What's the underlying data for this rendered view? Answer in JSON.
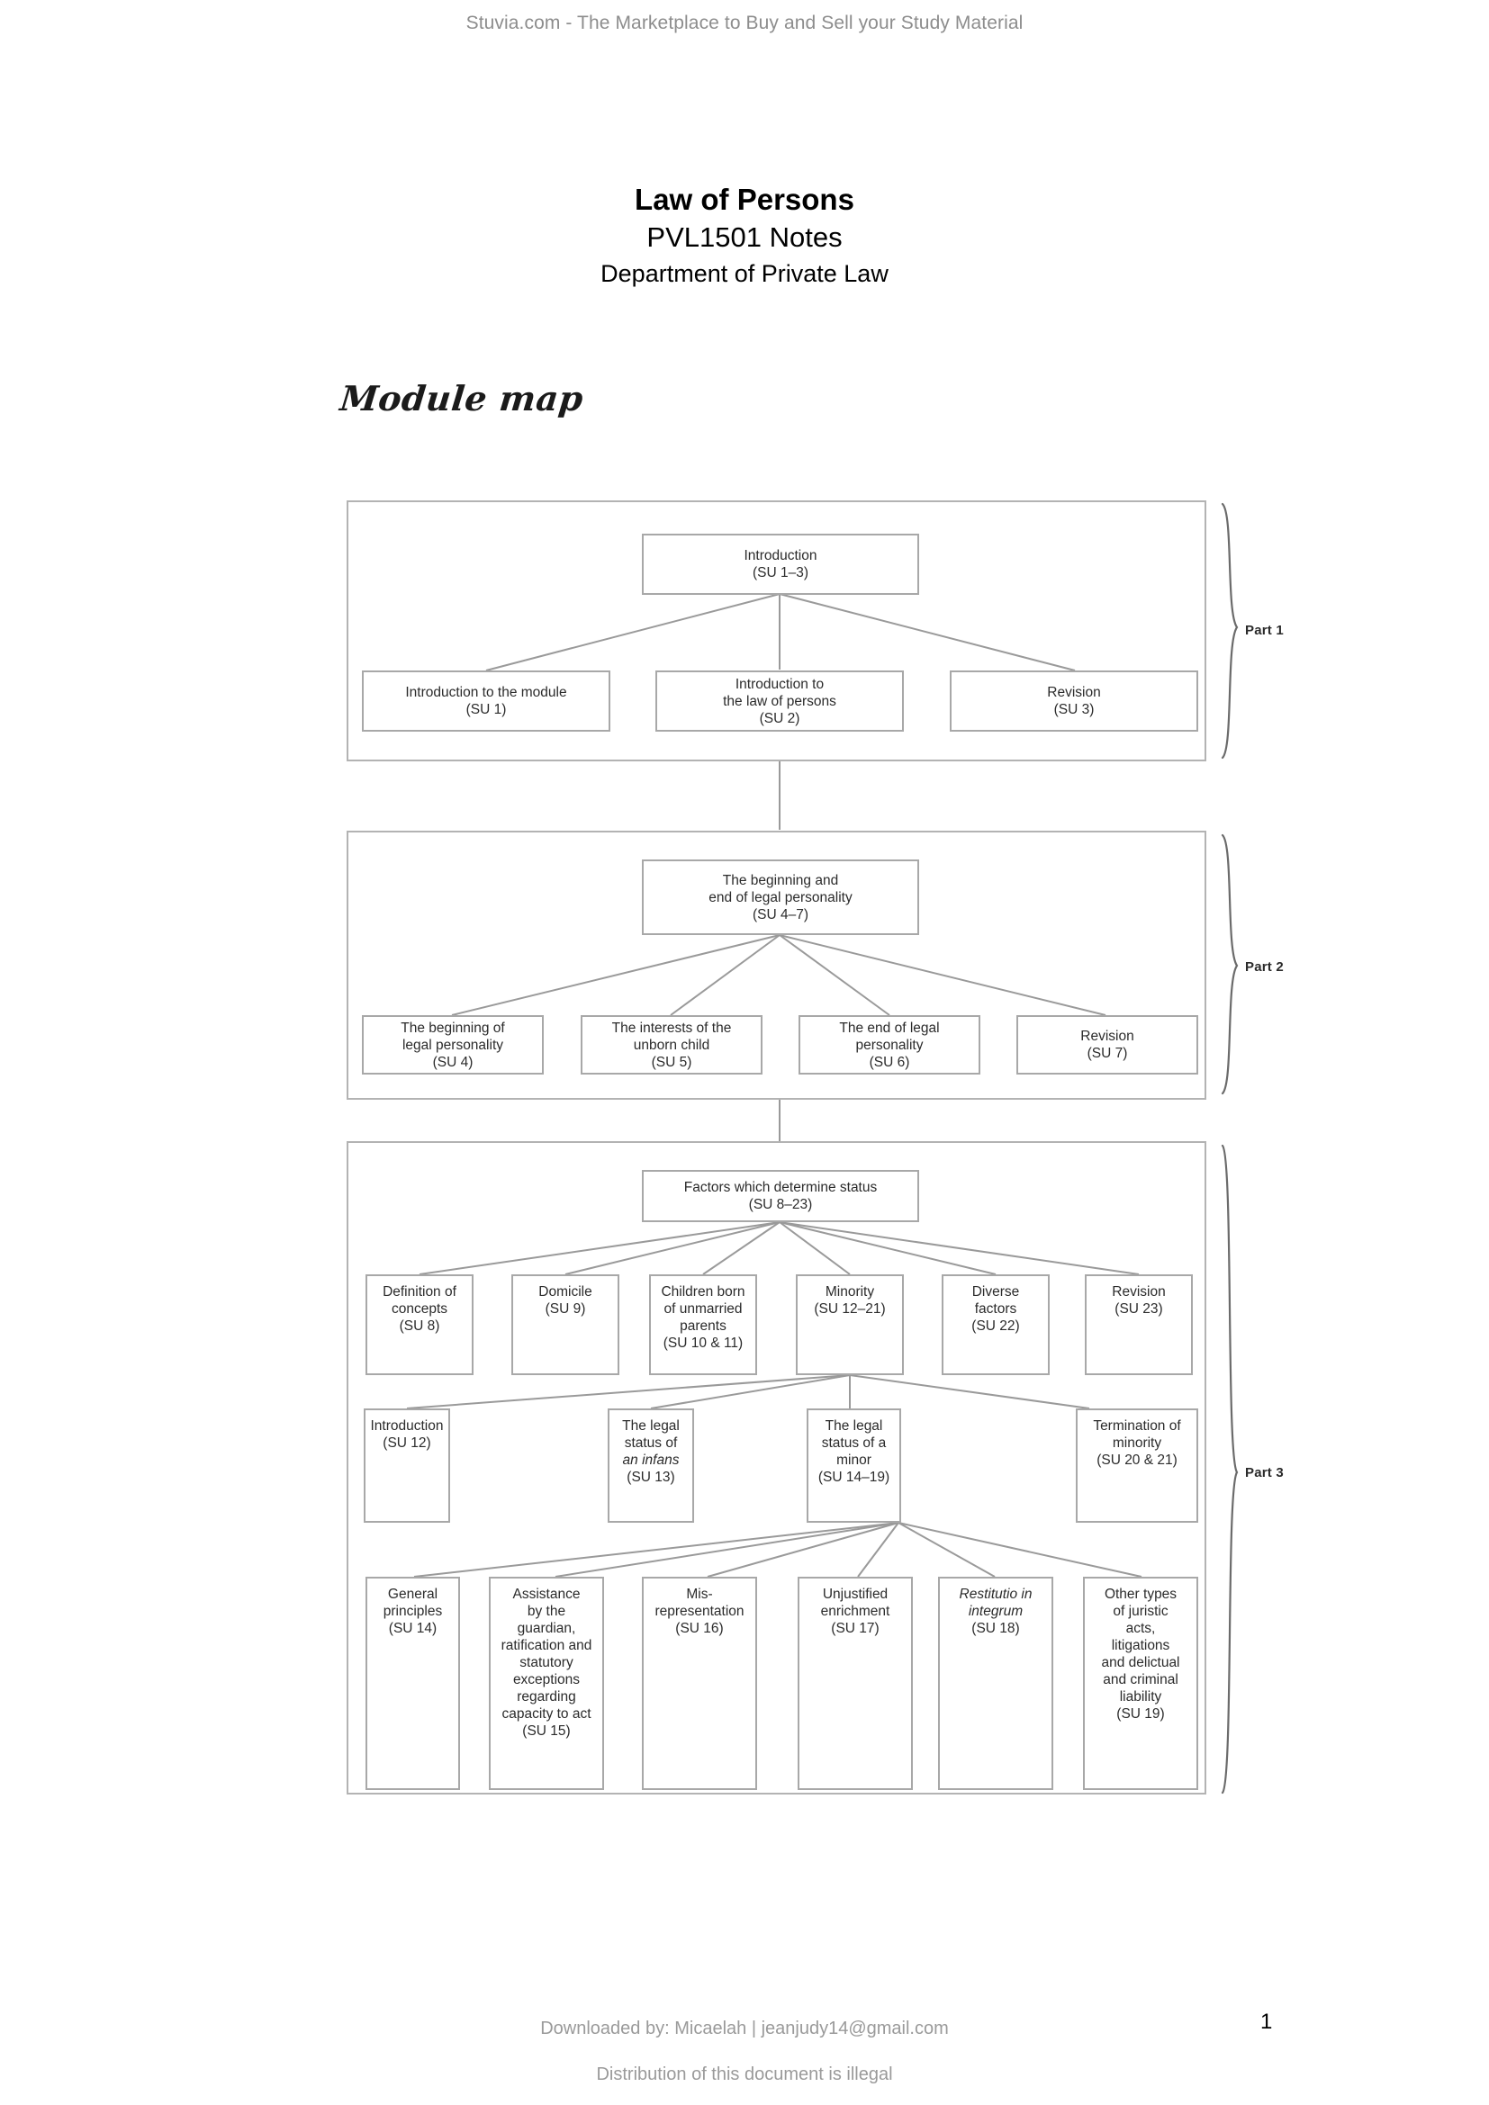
{
  "header": {
    "watermark": "Stuvia.com - The Marketplace to Buy and Sell your Study Material"
  },
  "title": {
    "main": "Law of Persons",
    "subtitle": "PVL1501 Notes",
    "department": "Department of Private Law"
  },
  "section": {
    "heading": "Module map"
  },
  "diagram": {
    "parts": [
      {
        "label": "Part 1",
        "root": {
          "lines": [
            "Introduction",
            "(SU 1–3)"
          ]
        },
        "children": [
          {
            "lines": [
              "Introduction to the module",
              "(SU 1)"
            ]
          },
          {
            "lines": [
              "Introduction to",
              "the law of persons",
              "(SU 2)"
            ]
          },
          {
            "lines": [
              "Revision",
              "(SU 3)"
            ]
          }
        ]
      },
      {
        "label": "Part 2",
        "root": {
          "lines": [
            "The beginning and",
            "end of legal personality",
            "(SU 4–7)"
          ]
        },
        "children": [
          {
            "lines": [
              "The beginning of",
              "legal personality",
              "(SU 4)"
            ]
          },
          {
            "lines": [
              "The interests of the",
              "unborn child",
              "(SU 5)"
            ]
          },
          {
            "lines": [
              "The end of legal",
              "personality",
              "(SU 6)"
            ]
          },
          {
            "lines": [
              "Revision",
              "(SU 7)"
            ]
          }
        ]
      },
      {
        "label": "Part 3",
        "root": {
          "lines": [
            "Factors which determine status",
            "(SU 8–23)"
          ]
        },
        "row1": [
          {
            "lines": [
              "Definition of",
              "concepts",
              "(SU 8)"
            ]
          },
          {
            "lines": [
              "Domicile",
              "(SU 9)"
            ]
          },
          {
            "lines": [
              "Children born",
              "of unmarried",
              "parents",
              "(SU 10 & 11)"
            ]
          },
          {
            "lines": [
              "Minority",
              "(SU 12–21)"
            ]
          },
          {
            "lines": [
              "Diverse",
              "factors",
              "(SU 22)"
            ]
          },
          {
            "lines": [
              "Revision",
              "(SU 23)"
            ]
          }
        ],
        "row2": [
          {
            "lines": [
              "Introduction",
              "(SU 12)"
            ]
          },
          {
            "lines": [
              "The legal",
              "status of",
              "an infans",
              "(SU 13)"
            ],
            "italic_line": 2
          },
          {
            "lines": [
              "The legal",
              "status of a",
              "minor",
              "(SU 14–19)"
            ]
          },
          {
            "lines": [
              "Termination of",
              "minority",
              "(SU 20 & 21)"
            ]
          }
        ],
        "row3": [
          {
            "lines": [
              "General",
              "principles",
              "(SU 14)"
            ]
          },
          {
            "lines": [
              "Assistance",
              "by the",
              "guardian,",
              "ratification and",
              "statutory",
              "exceptions",
              "regarding",
              "capacity to act",
              "(SU 15)"
            ]
          },
          {
            "lines": [
              "Mis-",
              "representation",
              "(SU 16)"
            ]
          },
          {
            "lines": [
              "Unjustified",
              "enrichment",
              "(SU 17)"
            ]
          },
          {
            "lines": [
              "Restitutio in",
              "integrum",
              "(SU 18)"
            ],
            "italic_all": true
          },
          {
            "lines": [
              "Other types",
              "of juristic",
              "acts,",
              "litigations",
              "and delictual",
              "and criminal",
              "liability",
              "(SU 19)"
            ]
          }
        ]
      }
    ]
  },
  "footer": {
    "downloaded_by": "Downloaded by: Micaelah | jeanjudy14@gmail.com",
    "distribution_notice": "Distribution of this document is illegal",
    "page_number": "1"
  }
}
